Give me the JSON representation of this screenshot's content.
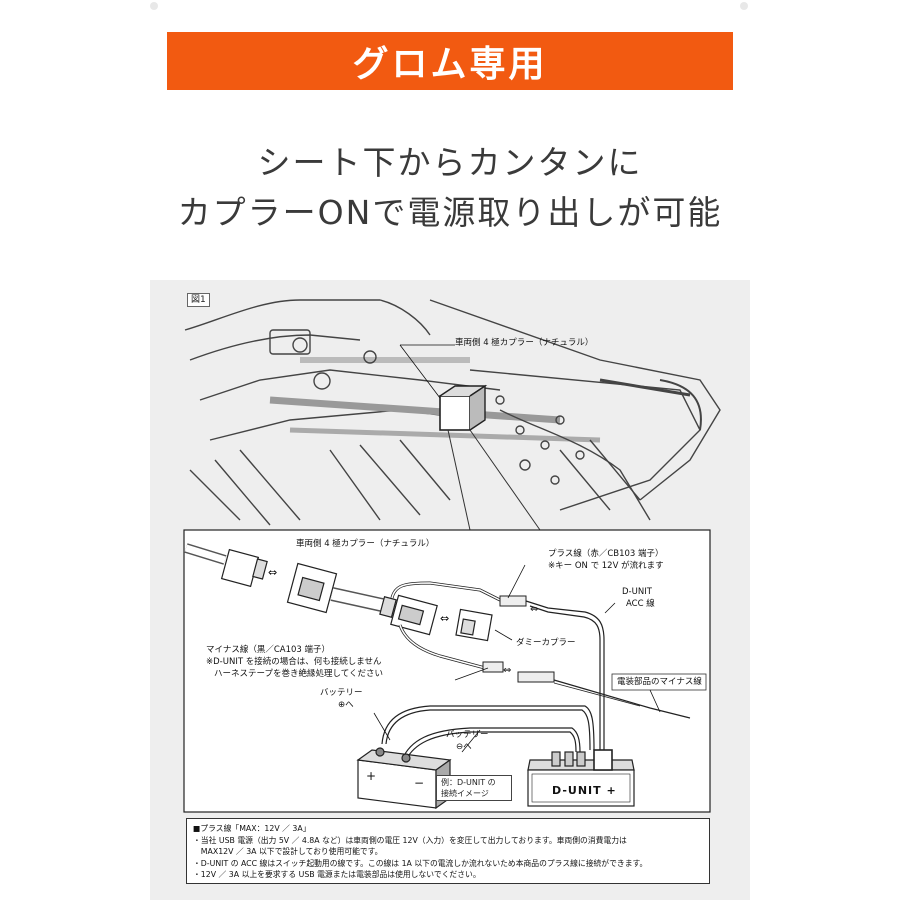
{
  "banner": {
    "title": "グロム専用"
  },
  "headline": {
    "line1": "シート下からカンタンに",
    "line2": "カプラーONで電源取り出しが可能"
  },
  "figure": {
    "tag": "図1",
    "labels": {
      "vehicle_coupler_top": "車両側 4 極カプラー（ナチュラル）",
      "vehicle_coupler_inset": "車両側 4 極カプラー（ナチュラル）",
      "plus_line": "プラス線（赤／CB103 端子）",
      "key_on": "※キー ON で 12V が流れます",
      "dunit_acc_1": "D-UNIT",
      "dunit_acc_2": "ACC 線",
      "dummy_coupler": "ダミーカプラー",
      "minus_line": "マイナス線（黒／CA103 端子）",
      "minus_note1": "※D-UNIT を接続の場合は、何も接続しません",
      "minus_note2": "ハーネステープを巻き絶縁処理してください",
      "electrical_minus": "電装部品のマイナス線",
      "battery_plus_1": "バッテリー",
      "battery_plus_2": "⊕へ",
      "battery_minus_1": "バッテリー",
      "battery_minus_2": "⊖へ",
      "example_1": "例：D-UNIT の",
      "example_2": "接続イメージ",
      "dunit_brand": "D-UNIT +"
    },
    "notes": [
      "■プラス線「MAX：12V ／ 3A」",
      "・当社 USB 電源（出力 5V ／ 4.8A など）は車両側の電圧 12V（入力）を変圧して出力しております。車両側の消費電力は",
      "　MAX12V ／ 3A 以下で設計しており使用可能です。",
      "・D-UNIT の ACC 線はスイッチ起動用の線です。この線は 1A 以下の電流しか流れないため本商品のプラス線に接続ができます。",
      "・12V ／ 3A 以上を要求する USB 電源または電装部品は使用しないでください。"
    ]
  }
}
